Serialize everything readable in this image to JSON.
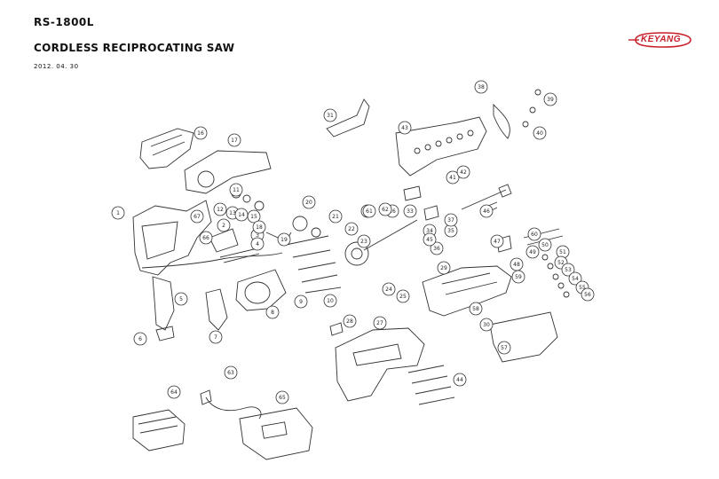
{
  "header": {
    "model": "RS-1800L",
    "title": "CORDLESS RECIPROCATING SAW",
    "date": "2012. 04. 30"
  },
  "logo": {
    "text": "KEYANG",
    "color": "#c8202a"
  },
  "diagram": {
    "parts": [
      {
        "label": "1"
      },
      {
        "label": "2"
      },
      {
        "label": "3"
      },
      {
        "label": "4"
      },
      {
        "label": "5"
      },
      {
        "label": "6"
      },
      {
        "label": "7"
      },
      {
        "label": "8"
      },
      {
        "label": "9"
      },
      {
        "label": "10"
      },
      {
        "label": "11"
      },
      {
        "label": "12"
      },
      {
        "label": "13"
      },
      {
        "label": "14"
      },
      {
        "label": "15"
      },
      {
        "label": "16"
      },
      {
        "label": "17"
      },
      {
        "label": "18"
      },
      {
        "label": "19"
      },
      {
        "label": "20"
      },
      {
        "label": "21"
      },
      {
        "label": "22"
      },
      {
        "label": "23"
      },
      {
        "label": "24"
      },
      {
        "label": "25"
      },
      {
        "label": "26"
      },
      {
        "label": "27"
      },
      {
        "label": "28"
      },
      {
        "label": "29"
      },
      {
        "label": "30"
      },
      {
        "label": "31"
      },
      {
        "label": "32"
      },
      {
        "label": "33"
      },
      {
        "label": "34"
      },
      {
        "label": "35"
      },
      {
        "label": "36"
      },
      {
        "label": "37"
      },
      {
        "label": "38"
      },
      {
        "label": "39"
      },
      {
        "label": "40"
      },
      {
        "label": "41"
      },
      {
        "label": "42"
      },
      {
        "label": "43"
      },
      {
        "label": "44"
      },
      {
        "label": "45"
      },
      {
        "label": "46"
      },
      {
        "label": "47"
      },
      {
        "label": "48"
      },
      {
        "label": "49"
      },
      {
        "label": "50"
      },
      {
        "label": "51"
      },
      {
        "label": "52"
      },
      {
        "label": "53"
      },
      {
        "label": "54"
      },
      {
        "label": "55"
      },
      {
        "label": "56"
      },
      {
        "label": "57"
      },
      {
        "label": "58"
      },
      {
        "label": "59"
      },
      {
        "label": "60"
      },
      {
        "label": "61"
      },
      {
        "label": "62"
      },
      {
        "label": "63"
      },
      {
        "label": "64"
      },
      {
        "label": "65"
      },
      {
        "label": "66"
      },
      {
        "label": "67"
      }
    ]
  }
}
